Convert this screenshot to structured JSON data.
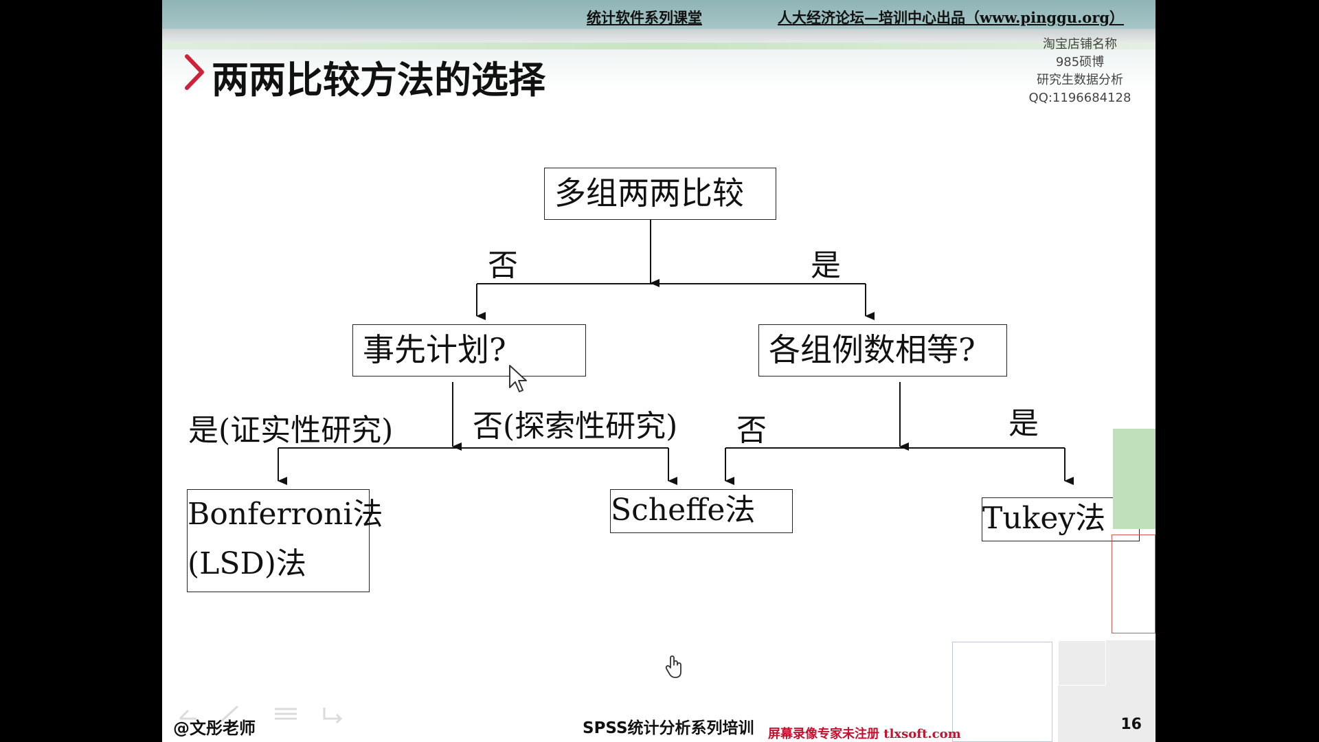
{
  "header": {
    "course": "统计软件系列课堂",
    "producer": "人大经济论坛—培训中心出品（www.pinggu.org）"
  },
  "slide": {
    "title": "两两比较方法的选择",
    "shop_info": [
      "淘宝店铺名称",
      "985硕博",
      "研究生数据分析",
      "QQ:1196684128"
    ]
  },
  "diagram": {
    "nodes": {
      "root": "多组两两比较",
      "planned": "事先计划?",
      "equal_n": "各组例数相等?",
      "bonferroni_line1": "Bonferroni法",
      "bonferroni_line2": "(LSD)法",
      "scheffe": "Scheffe法",
      "tukey": "Tukey法"
    },
    "edges": {
      "root_no": "否",
      "root_yes": "是",
      "planned_yes": "是(证实性研究)",
      "planned_no": "否(探索性研究)",
      "equal_no": "否",
      "equal_yes": "是"
    }
  },
  "footer": {
    "author": "@文彤老师",
    "series": "SPSS统计分析系列培训",
    "watermark": "屏幕录像专家未注册 tlxsoft.com",
    "page": "16"
  }
}
